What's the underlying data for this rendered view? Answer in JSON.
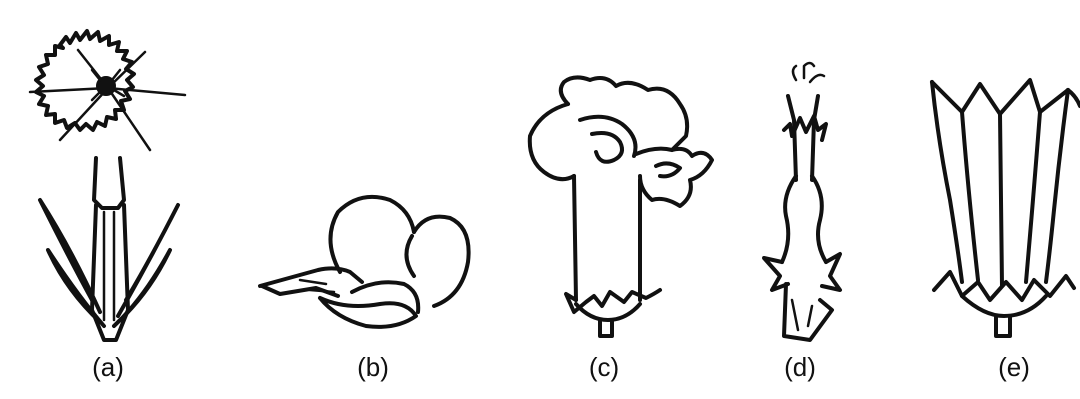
{
  "figures": [
    {
      "label": "(a)",
      "icon": "carnation-flower-icon"
    },
    {
      "label": "(b)",
      "icon": "pea-flower-icon"
    },
    {
      "label": "(c)",
      "icon": "snapdragon-flower-icon"
    },
    {
      "label": "(d)",
      "icon": "tubular-flower-icon"
    },
    {
      "label": "(e)",
      "icon": "bell-flower-icon"
    }
  ],
  "colors": {
    "ink": "#111111",
    "background": "#ffffff"
  }
}
